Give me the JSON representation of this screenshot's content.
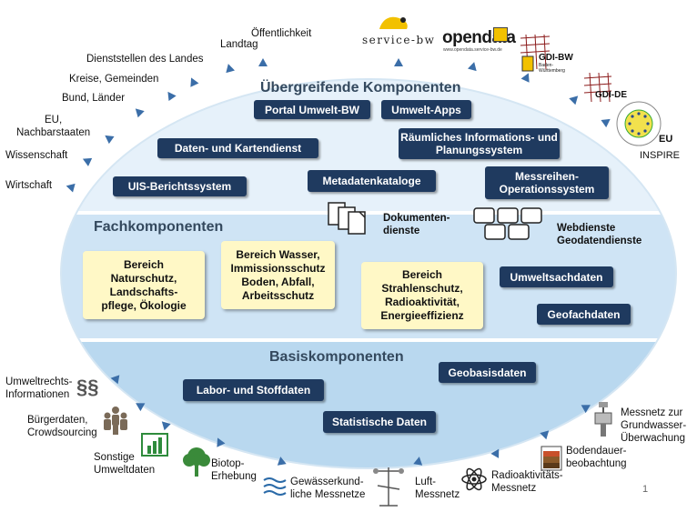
{
  "sections": {
    "top_title": "Übergreifende Komponenten",
    "middle_title": "Fachkomponenten",
    "bottom_title": "Basiskomponenten"
  },
  "top_boxes": {
    "portal": "Portal Umwelt-BW",
    "apps": "Umwelt-Apps",
    "daten_karten": "Daten- und Kartendienst",
    "raeumlich": "Räumliches Informations- und Planungssystem",
    "uis": "UIS-Berichtssystem",
    "metadaten": "Metadatenkataloge",
    "messreihen": "Messreihen-Operationssystem"
  },
  "services": {
    "dokumente": "Dokumenten-\ndienste",
    "webdienste": "Webdienste\nGeodatendienste"
  },
  "fach_boxes": {
    "natur": "Bereich\nNaturschutz,\nLandschafts-\npflege, Ökologie",
    "wasser": "Bereich Wasser,\nImmissionsschutz\nBoden, Abfall,\nArbeitsschutz",
    "strahlen": "Bereich\nStrahlenschutz,\nRadioaktivität,\nEnergieeffizienz",
    "umweltsach": "Umweltsachdaten",
    "geofach": "Geofachdaten"
  },
  "basis_boxes": {
    "geobasis": "Geobasisdaten",
    "labor": "Labor- und Stoffdaten",
    "statistik": "Statistische Daten"
  },
  "left_labels": {
    "oeffentlichkeit": "Öffentlichkeit",
    "landtag": "Landtag",
    "dienststellen": "Dienststellen des Landes",
    "kreise": "Kreise, Gemeinden",
    "bund": "Bund, Länder",
    "eu": "EU,\nNachbarstaaten",
    "wissenschaft": "Wissenschaft",
    "wirtschaft": "Wirtschaft"
  },
  "right_logos": {
    "service_bw": "service-bw",
    "opendata": "opendata",
    "opendata_url": "www.opendata.service-bw.de",
    "gdi_bw": "GDI-BW",
    "gdi_bw_sub": "Baden-\nWürttemberg",
    "gdi_de": "GDI-DE",
    "eu": "EU",
    "inspire": "INSPIRE"
  },
  "bottom_labels": {
    "umweltrecht": "Umweltrechts-\nInformationen",
    "paragraph": "§§",
    "buerger": "Bürgerdaten,\nCrowdsourcing",
    "sonstige": "Sonstige\nUmweltdaten",
    "biotop": "Biotop-\nErhebung",
    "gewaesser": "Gewässerkund-\nliche Messnetze",
    "luft": "Luft-\nMessnetz",
    "radio": "Radioaktivitäts-\nMessnetz",
    "boden": "Bodendauer-\nbeobachtung",
    "grundwasser": "Messnetz zur\nGrundwasser-\nÜberwachung"
  },
  "page_number": "1",
  "colors": {
    "navy_box": "#1f3a5f",
    "yellow_box": "#fff8c6",
    "band_top": "#e6f1fa",
    "band_mid": "#cfe4f5",
    "band_bottom": "#b9d8ef",
    "arrow": "#3b6ea8"
  }
}
